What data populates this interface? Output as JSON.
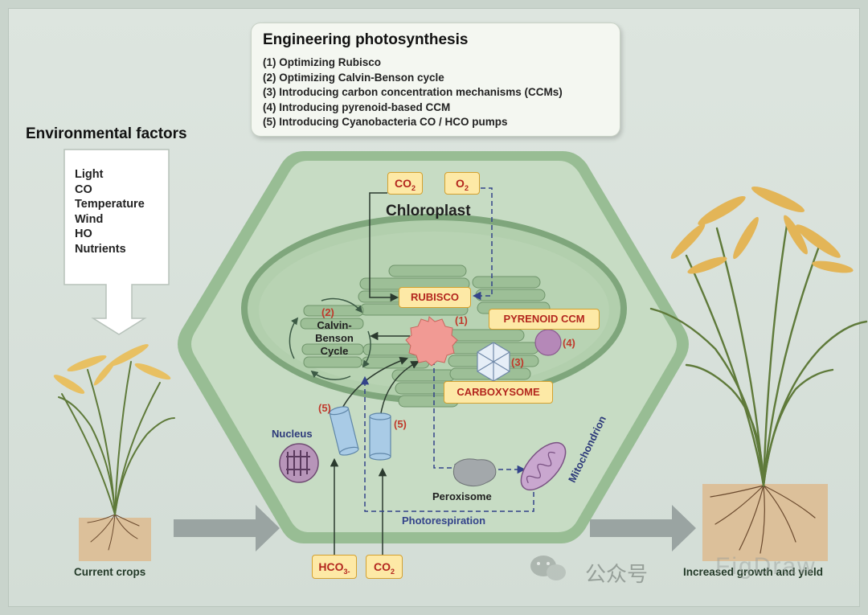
{
  "engineering": {
    "title": "Engineering photosynthesis",
    "items": [
      "(1) Optimizing Rubisco",
      "(2) Optimizing Calvin-Benson cycle",
      "(3) Introducing carbon concentration mechanisms (CCMs)",
      "(4) Introducing pyrenoid-based CCM",
      "(5) Introducing Cyanobacteria CO  / HCO   pumps"
    ]
  },
  "environment": {
    "title": "Environmental factors",
    "items": [
      "Light",
      "CO",
      "Temperature",
      "Wind",
      "HO",
      "Nutrients"
    ]
  },
  "cell": {
    "chloroplast_label": "Chloroplast",
    "co2_top": {
      "base": "CO",
      "sub": "2"
    },
    "o2_top": {
      "base": "O",
      "sub": "2"
    },
    "rubisco": "RUBISCO",
    "pyrenoid_ccm": "PYRENOID CCM",
    "carboxysome": "CARBOXYSOME",
    "calvin_label": "Calvin-\nBenson\nCycle",
    "nucleus": "Nucleus",
    "peroxisome": "Peroxisome",
    "mitochondrion": "Mitochondrion",
    "photorespiration": "Photorespiration",
    "hco3_bottom": {
      "base": "HCO",
      "sub": "3-"
    },
    "co2_bottom": {
      "base": "CO",
      "sub": "2"
    },
    "markers": {
      "m1": "(1)",
      "m2": "(2)",
      "m3": "(3)",
      "m4": "(4)",
      "m5a": "(5)",
      "m5b": "(5)"
    }
  },
  "crops": {
    "current": "Current crops",
    "increased": "Increased growth and yield"
  },
  "watermark": {
    "text1": "公众号",
    "text2": "FigDraw"
  },
  "colors": {
    "background": "#d3ddd6",
    "cell_fill": "#c7dcc4",
    "chloroplast_fill": "#b2cfad",
    "tag_fill": "#fde9a6",
    "tag_text": "#b3261e",
    "dashed_path": "#33438a",
    "arrow_gray": "#9aa4a2"
  }
}
